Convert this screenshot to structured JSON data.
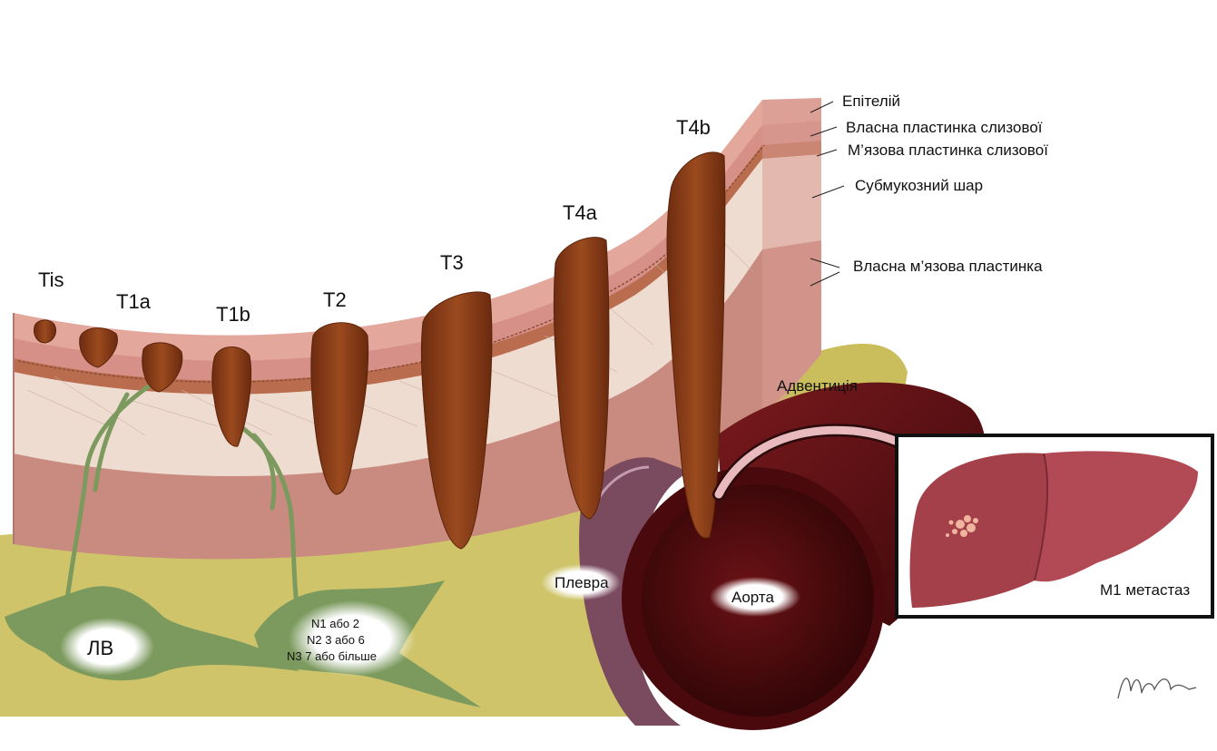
{
  "stages": [
    "Tis",
    "T1a",
    "T1b",
    "T2",
    "T3",
    "T4a",
    "T4b"
  ],
  "layers": [
    "Епітелій",
    "Власна пластинка слизової",
    "М’язова пластинка слизової",
    "Субмукозний шар",
    "Власна м’язова пластинка"
  ],
  "structures": {
    "adventitia": "Адвентиція",
    "pleura": "Плевра",
    "aorta": "Аорта",
    "metastasis": "M1 метастаз",
    "lymph_node": "ЛВ"
  },
  "node_staging": [
    "N1 або 2",
    "N2 3 або 6",
    "N3 7 або більше"
  ],
  "colors": {
    "tumor": "#8a3d17",
    "epithelium": "#e3a79c",
    "lamina_propria": "#d69087",
    "muscularis_mucosae": "#b96c4e",
    "submucosa": "#efdcd0",
    "muscularis_propria": "#c98a80",
    "adventitia": "#cfc46a",
    "lymph": "#7c9a5e",
    "aorta": "#5e0f12",
    "pleura": "#7a4a5e",
    "liver": "#a4404a"
  }
}
